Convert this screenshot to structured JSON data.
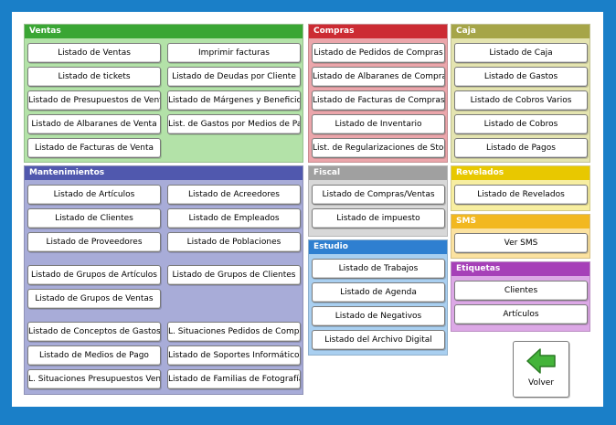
{
  "colors": {
    "frame": "#1a7fc8",
    "ventas_header": "#3aa634",
    "ventas_body": "#b3e2a8",
    "compras_header": "#cc2b33",
    "compras_body": "#eba6ab",
    "caja_header": "#a6a548",
    "caja_body": "#e4e4b0",
    "mantenimientos_header": "#5058ae",
    "mantenimientos_body": "#a8acd8",
    "fiscal_header": "#a0a0a0",
    "fiscal_body": "#d8d8d8",
    "estudio_header": "#2f7fd0",
    "estudio_body": "#a9cff0",
    "revelados_header": "#e8c800",
    "revelados_body": "#f7eea0",
    "sms_header": "#f2b820",
    "sms_body": "#fbe2a0",
    "etiquetas_header": "#a640b8",
    "etiquetas_body": "#dca8e6",
    "volver_arrow": "#44b43a"
  },
  "ventas": {
    "title": "Ventas",
    "buttons": [
      "Listado de Ventas",
      "Imprimir facturas",
      "Listado de tickets",
      "Listado de Deudas por Cliente",
      "Listado de Presupuestos de Venta",
      "Listado de Márgenes y Beneficios",
      "Listado de Albaranes de Venta",
      "List. de Gastos por Medios de Pago",
      "Listado de Facturas de Venta"
    ]
  },
  "compras": {
    "title": "Compras",
    "buttons": [
      "Listado de Pedidos de Compras",
      "Listado de Albaranes de Compras",
      "Listado de Facturas de Compras",
      "Listado de Inventario",
      "List. de Regularizaciones de Stock"
    ]
  },
  "caja": {
    "title": "Caja",
    "buttons": [
      "Listado de Caja",
      "Listado de Gastos",
      "Listado de Cobros Varios",
      "Listado de Cobros",
      "Listado de Pagos"
    ]
  },
  "mantenimientos": {
    "title": "Mantenimientos",
    "buttons": [
      "Listado de Artículos",
      "Listado de Acreedores",
      "Listado de Clientes",
      "Listado de Empleados",
      "Listado de Proveedores",
      "Listado de Poblaciones",
      "Listado de Grupos de Artículos",
      "Listado de Grupos de Clientes",
      "Listado de Grupos de Ventas",
      "Listado de Conceptos de Gastos",
      "L. Situaciones Pedidos de Compra",
      "Listado de Medios de Pago",
      "Listado de Soportes Informáticos",
      "L. Situaciones Presupuestos Venta",
      "Listado de Familias de Fotografía"
    ]
  },
  "fiscal": {
    "title": "Fiscal",
    "buttons": [
      "Listado de Compras/Ventas",
      "Listado de impuesto"
    ]
  },
  "estudio": {
    "title": "Estudio",
    "buttons": [
      "Listado de Trabajos",
      "Listado de Agenda",
      "Listado de Negativos",
      "Listado del Archivo Digital"
    ]
  },
  "revelados": {
    "title": "Revelados",
    "buttons": [
      "Listado de Revelados"
    ]
  },
  "sms": {
    "title": "SMS",
    "buttons": [
      "Ver SMS"
    ]
  },
  "etiquetas": {
    "title": "Etiquetas",
    "buttons": [
      "Clientes",
      "Artículos"
    ]
  },
  "volver": {
    "label": "Volver",
    "icon": "left-arrow-icon"
  }
}
